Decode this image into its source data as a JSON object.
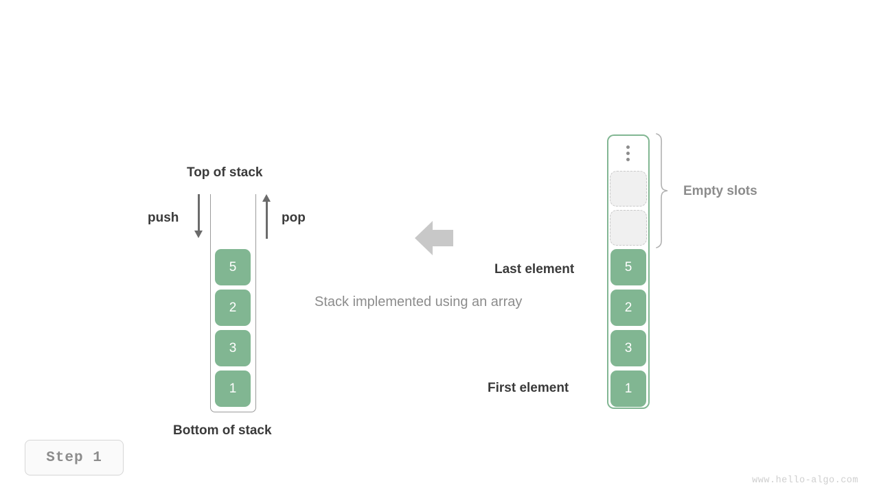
{
  "caption": "Stack implemented using an array",
  "stack": {
    "top_label": "Top of stack",
    "bottom_label": "Bottom of stack",
    "push_label": "push",
    "pop_label": "pop",
    "values": [
      "5",
      "2",
      "3",
      "1"
    ]
  },
  "array": {
    "values": [
      "5",
      "2",
      "3",
      "1"
    ],
    "empty_slot_count": 2,
    "ellipsis_icon": "vertical-ellipsis-icon",
    "empty_slots_label": "Empty slots",
    "last_element_label": "Last element",
    "first_element_label": "First element"
  },
  "transform_arrow": {
    "icon": "arrow-left-icon",
    "direction": "left"
  },
  "step": {
    "badge_label": "Step 1"
  },
  "watermark": "www.hello-algo.com",
  "colors": {
    "cell_fill": "#81b692",
    "cell_text": "#ffffff",
    "array_border": "#81b692",
    "stack_border": "#9a9a9a",
    "label_dark": "#3a3a3a",
    "label_gray": "#8c8c8c",
    "empty_slot_fill": "#f0f0f0",
    "empty_slot_border": "#c9c9c9",
    "transform_arrow": "#c8c8c8",
    "watermark": "#cfcfcf"
  }
}
